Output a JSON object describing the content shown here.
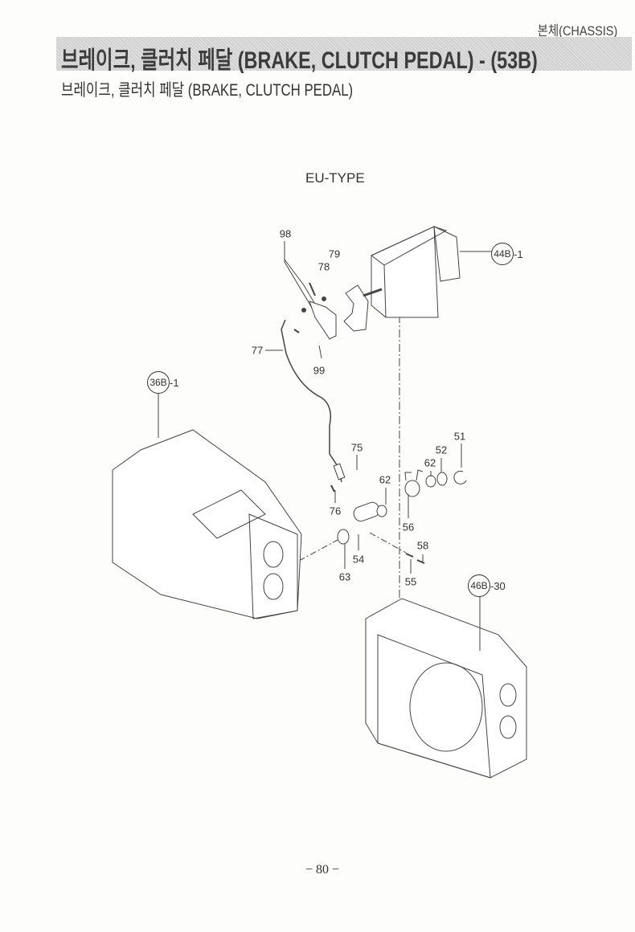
{
  "header": {
    "section": "본체(CHASSIS)",
    "title": "브레이크, 클러치 페달  (BRAKE, CLUTCH PEDAL) - (53B)",
    "subtitle": "브레이크, 클러치 페달 (BRAKE, CLUTCH PEDAL)"
  },
  "diagram": {
    "variant": "EU-TYPE",
    "callouts": [
      "98",
      "79",
      "78",
      "77",
      "99",
      "75",
      "51",
      "52",
      "62",
      "62",
      "76",
      "56",
      "58",
      "54",
      "63",
      "55"
    ],
    "references": [
      {
        "code": "44B",
        "suffix": "-1"
      },
      {
        "code": "36B",
        "suffix": "-1"
      },
      {
        "code": "46B",
        "suffix": "-30"
      }
    ]
  },
  "footer": {
    "page": "− 80 −"
  }
}
